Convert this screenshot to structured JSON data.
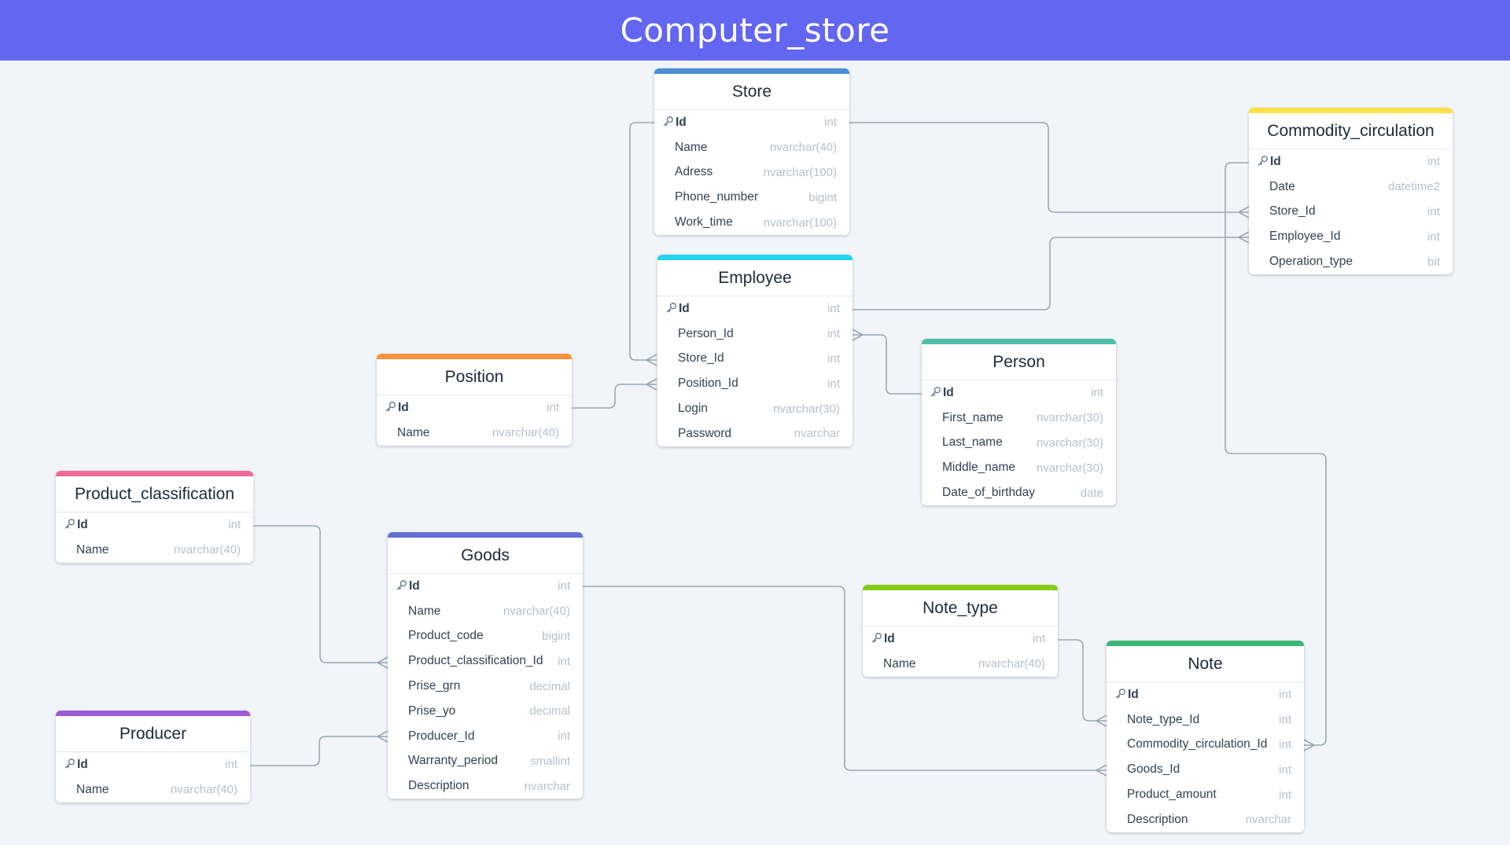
{
  "header": {
    "title": "Computer_store"
  },
  "icons": {
    "primary_key": "key-icon"
  },
  "tables": {
    "store": {
      "name": "Store",
      "color": "#4a90d9",
      "fields": [
        {
          "name": "Id",
          "type": "int",
          "pk": true
        },
        {
          "name": "Name",
          "type": "nvarchar(40)"
        },
        {
          "name": "Adress",
          "type": "nvarchar(100)"
        },
        {
          "name": "Phone_number",
          "type": "bigint"
        },
        {
          "name": "Work_time",
          "type": "nvarchar(100)"
        }
      ]
    },
    "employee": {
      "name": "Employee",
      "color": "#22d3ee",
      "fields": [
        {
          "name": "Id",
          "type": "int",
          "pk": true
        },
        {
          "name": "Person_Id",
          "type": "int"
        },
        {
          "name": "Store_Id",
          "type": "int"
        },
        {
          "name": "Position_Id",
          "type": "int"
        },
        {
          "name": "Login",
          "type": "nvarchar(30)"
        },
        {
          "name": "Password",
          "type": "nvarchar"
        }
      ]
    },
    "commodity_circulation": {
      "name": "Commodity_circulation",
      "color": "#fde047",
      "fields": [
        {
          "name": "Id",
          "type": "int",
          "pk": true
        },
        {
          "name": "Date",
          "type": "datetime2"
        },
        {
          "name": "Store_Id",
          "type": "int"
        },
        {
          "name": "Employee_Id",
          "type": "int"
        },
        {
          "name": "Operation_type",
          "type": "bit"
        }
      ]
    },
    "position": {
      "name": "Position",
      "color": "#fb923c",
      "fields": [
        {
          "name": "Id",
          "type": "int",
          "pk": true
        },
        {
          "name": "Name",
          "type": "nvarchar(40)"
        }
      ]
    },
    "person": {
      "name": "Person",
      "color": "#4fbfa8",
      "fields": [
        {
          "name": "Id",
          "type": "int",
          "pk": true
        },
        {
          "name": "First_name",
          "type": "nvarchar(30)"
        },
        {
          "name": "Last_name",
          "type": "nvarchar(30)"
        },
        {
          "name": "Middle_name",
          "type": "nvarchar(30)"
        },
        {
          "name": "Date_of_birthday",
          "type": "date"
        }
      ]
    },
    "product_classification": {
      "name": "Product_classification",
      "color": "#f06a99",
      "fields": [
        {
          "name": "Id",
          "type": "int",
          "pk": true
        },
        {
          "name": "Name",
          "type": "nvarchar(40)"
        }
      ]
    },
    "goods": {
      "name": "Goods",
      "color": "#6370d6",
      "fields": [
        {
          "name": "Id",
          "type": "int",
          "pk": true
        },
        {
          "name": "Name",
          "type": "nvarchar(40)"
        },
        {
          "name": "Product_code",
          "type": "bigint"
        },
        {
          "name": "Product_classification_Id",
          "type": "int"
        },
        {
          "name": "Prise_grn",
          "type": "decimal"
        },
        {
          "name": "Prise_yo",
          "type": "decimal"
        },
        {
          "name": "Producer_Id",
          "type": "int"
        },
        {
          "name": "Warranty_period",
          "type": "smallint"
        },
        {
          "name": "Description",
          "type": "nvarchar"
        }
      ]
    },
    "note_type": {
      "name": "Note_type",
      "color": "#84cc16",
      "fields": [
        {
          "name": "Id",
          "type": "int",
          "pk": true
        },
        {
          "name": "Name",
          "type": "nvarchar(40)"
        }
      ]
    },
    "producer": {
      "name": "Producer",
      "color": "#9b59d6",
      "fields": [
        {
          "name": "Id",
          "type": "int",
          "pk": true
        },
        {
          "name": "Name",
          "type": "nvarchar(40)"
        }
      ]
    },
    "note": {
      "name": "Note",
      "color": "#3cb878",
      "fields": [
        {
          "name": "Id",
          "type": "int",
          "pk": true
        },
        {
          "name": "Note_type_Id",
          "type": "int"
        },
        {
          "name": "Commodity_circulation_Id",
          "type": "int"
        },
        {
          "name": "Goods_Id",
          "type": "int"
        },
        {
          "name": "Product_amount",
          "type": "int"
        },
        {
          "name": "Description",
          "type": "nvarchar"
        }
      ]
    }
  },
  "relationships": [
    {
      "from": "Store.Id",
      "to": "Employee.Store_Id"
    },
    {
      "from": "Store.Id",
      "to": "Commodity_circulation.Store_Id"
    },
    {
      "from": "Employee.Id",
      "to": "Commodity_circulation.Employee_Id"
    },
    {
      "from": "Position.Id",
      "to": "Employee.Position_Id"
    },
    {
      "from": "Person.Id",
      "to": "Employee.Person_Id"
    },
    {
      "from": "Commodity_circulation.Id",
      "to": "Note.Commodity_circulation_Id"
    },
    {
      "from": "Product_classification.Id",
      "to": "Goods.Product_classification_Id"
    },
    {
      "from": "Producer.Id",
      "to": "Goods.Producer_Id"
    },
    {
      "from": "Goods.Id",
      "to": "Note.Goods_Id"
    },
    {
      "from": "Note_type.Id",
      "to": "Note.Note_type_Id"
    }
  ]
}
